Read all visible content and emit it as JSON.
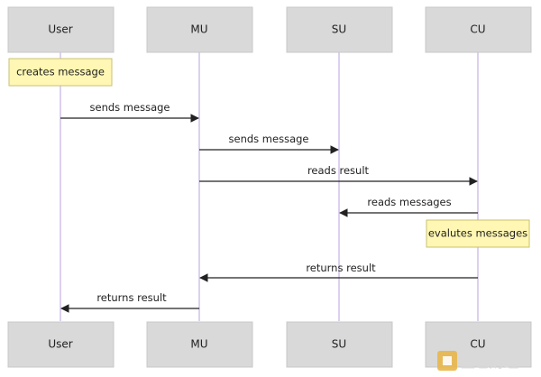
{
  "participants": [
    {
      "id": "user",
      "label": "User"
    },
    {
      "id": "mu",
      "label": "MU"
    },
    {
      "id": "su",
      "label": "SU"
    },
    {
      "id": "cu",
      "label": "CU"
    }
  ],
  "notes": [
    {
      "id": "creates",
      "participant": "user",
      "text": "creates message"
    },
    {
      "id": "evaluates",
      "participant": "cu",
      "text": "evalutes messages"
    }
  ],
  "messages": [
    {
      "from": "user",
      "to": "mu",
      "text": "sends message"
    },
    {
      "from": "mu",
      "to": "su",
      "text": "sends message"
    },
    {
      "from": "mu",
      "to": "cu",
      "text": "reads result"
    },
    {
      "from": "cu",
      "to": "su",
      "text": "reads messages"
    },
    {
      "from": "cu",
      "to": "mu",
      "text": "returns result"
    },
    {
      "from": "mu",
      "to": "user",
      "text": "returns result"
    }
  ],
  "watermark": {
    "text": "金色财经"
  },
  "colors": {
    "actor_fill": "#d9d9d9",
    "lifeline": "#c9b8e6",
    "note_fill": "#fff7b3",
    "arrow": "#222222",
    "watermark": "#d9d9d9"
  }
}
